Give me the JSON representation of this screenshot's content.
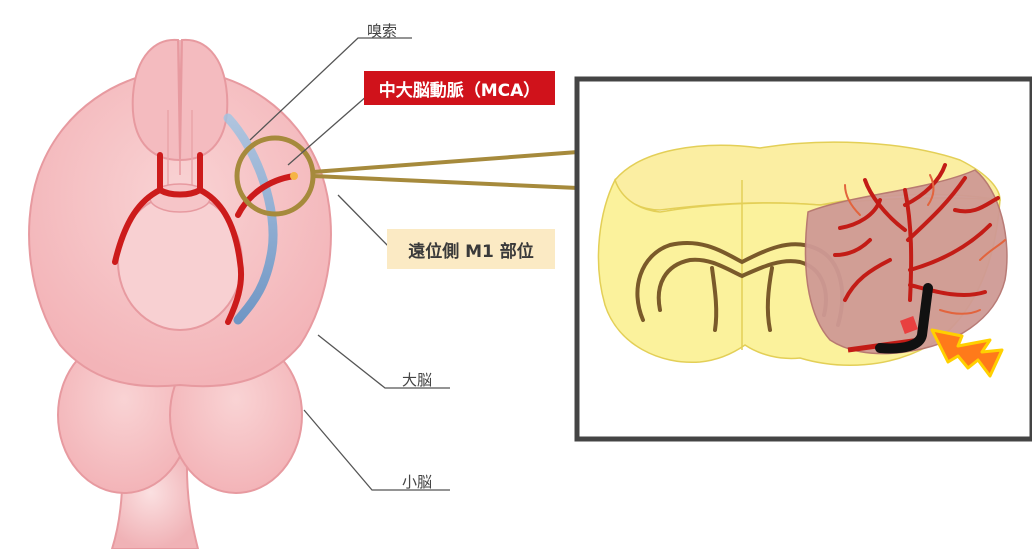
{
  "labels": {
    "olfactory": "嗅索",
    "mca": "中大脳動脈（MCA）",
    "m1": "遠位側 M1 部位",
    "cerebrum": "大脳",
    "cerebellum": "小脳"
  },
  "colors": {
    "brain_fill": "#f6c3c5",
    "brain_stroke": "#e79aa0",
    "artery": "#cc1b1b",
    "mca_tag": "#d0121b",
    "m1_tag": "#fbeac4",
    "ring": "#a68a3c",
    "section_fill": "#fbf09a",
    "infarct": "#cf9a95",
    "white_matter": "#7a5a2a",
    "panel_border": "#444444"
  },
  "icons": [
    "probe-icon",
    "lightning-icon"
  ]
}
